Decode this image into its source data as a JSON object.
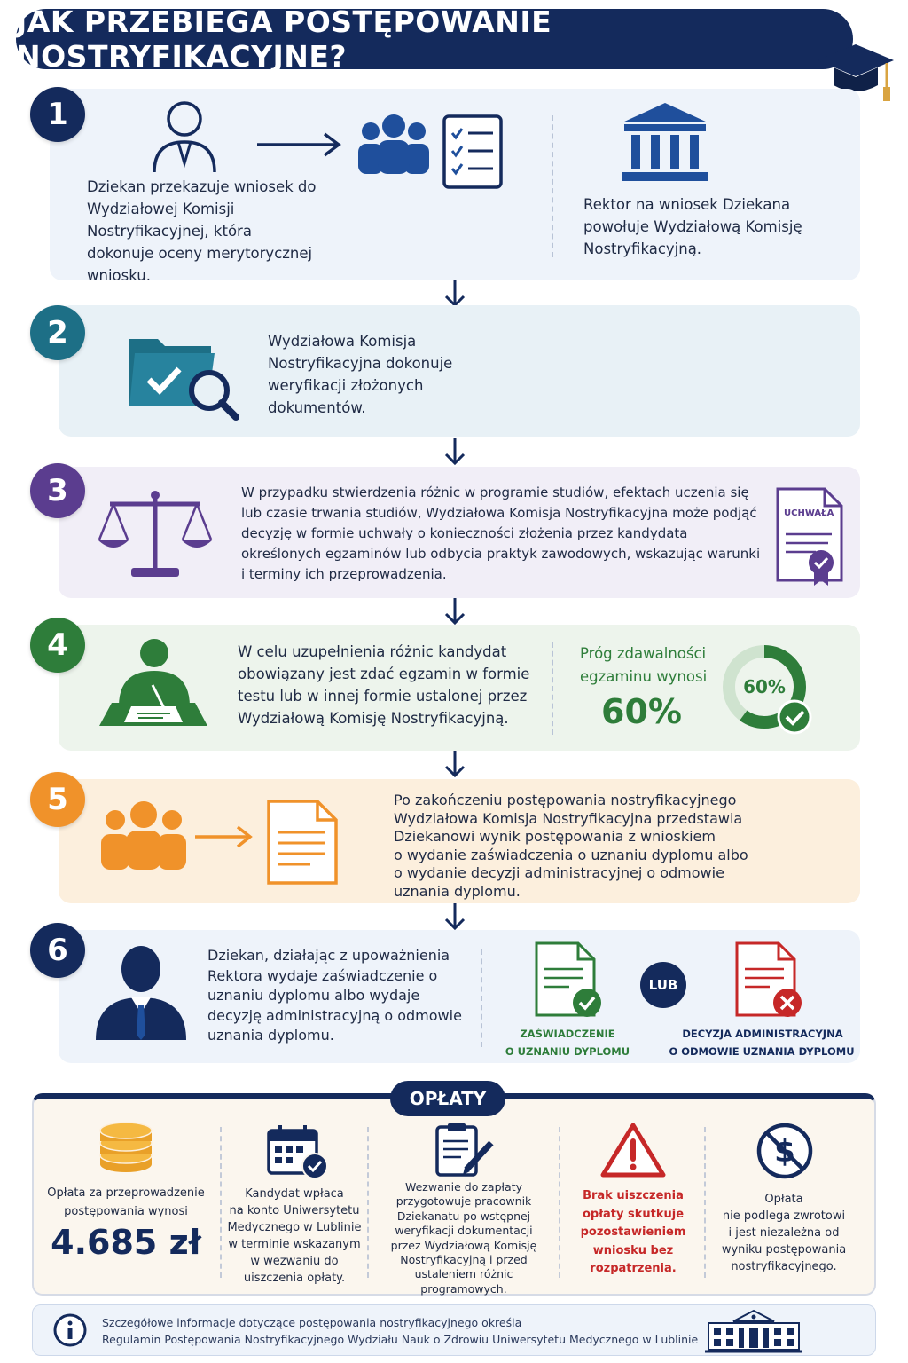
{
  "title": "JAK PRZEBIEGA POSTĘPOWANIE NOSTRYFIKACYJNE?",
  "colors": {
    "navy": "#142a5c",
    "blue": "#1f4f9c",
    "teal": "#1d6f86",
    "purple": "#5b3d8f",
    "green": "#2e7d3a",
    "orange": "#f0922a",
    "red": "#c62828"
  },
  "steps": [
    {
      "number": "1",
      "text_left": "Dziekan przekazuje wniosek do Wydziałowej Komisji Nostryfikacyjnej, która dokonuje oceny merytorycznej wniosku.",
      "text_right": "Rektor na wniosek Dziekana powołuje Wydziałową Komisję Nostryfikacyjną.",
      "icons": [
        "person-icon",
        "arrow-right-icon",
        "group-icon",
        "checklist-icon",
        "institution-icon"
      ]
    },
    {
      "number": "2",
      "text": "Wydziałowa Komisja Nostryfikacyjna dokonuje weryfikacji złożonych dokumentów.",
      "icons": [
        "folder-search-icon"
      ]
    },
    {
      "number": "3",
      "text": "W przypadku stwierdzenia różnic w programie studiów, efektach uczenia się lub czasie trwania studiów, Wydziałowa Komisja Nostryfikacyjna może podjąć decyzję w formie uchwały o konieczności złożenia przez kandydata określonych egzaminów lub odbycia praktyk zawodowych, wskazując warunki i terminy ich przeprowadzenia.",
      "doc_label": "UCHWAŁA",
      "icons": [
        "scales-icon",
        "resolution-document-icon"
      ]
    },
    {
      "number": "4",
      "text": "W celu uzupełnienia różnic kandydat obowiązany jest zdać egzamin w formie testu lub w innej formie ustalonej przez Wydziałową Komisję Nostryfikacyjną.",
      "threshold_label_1": "Próg zdawalności",
      "threshold_label_2": "egzaminu wynosi",
      "threshold_value": "60%",
      "gauge_label": "60%",
      "gauge_fraction": 0.6,
      "icons": [
        "exam-writing-icon",
        "progress-ring-icon",
        "check-icon"
      ]
    },
    {
      "number": "5",
      "text_lines": [
        "Po zakończeniu postępowania nostryfikacyjnego",
        "Wydziałowa Komisja Nostryfikacyjna przedstawia",
        "Dziekanowi wynik postępowania z wnioskiem",
        "o wydanie zaświadczenia o uznaniu dyplomu albo",
        "o wydanie decyzji administracyjnej o odmowie",
        "uznania dyplomu."
      ],
      "icons": [
        "group-icon",
        "arrow-right-icon",
        "document-icon"
      ]
    },
    {
      "number": "6",
      "text": "Dziekan, działając z upoważnienia Rektora wydaje zaświadczenie o uznaniu dyplomu albo wydaje decyzję administracyjną o odmowie uznania dyplomu.",
      "option_a_line1": "ZAŚWIADCZENIE",
      "option_a_line2": "O UZNANIU DYPLOMU",
      "or_label": "LUB",
      "option_b_line1": "DECYZJA ADMINISTRACYJNA",
      "option_b_line2": "O ODMOWIE UZNANIA DYPLOMU",
      "icons": [
        "person-suit-icon",
        "document-approved-icon",
        "document-rejected-icon"
      ]
    }
  ],
  "fees": {
    "heading": "OPŁATY",
    "items": [
      {
        "icon": "coins-icon",
        "text_lines": [
          "Opłata za przeprowadzenie",
          "postępowania wynosi"
        ],
        "amount": "4.685 zł"
      },
      {
        "icon": "calendar-check-icon",
        "text_lines": [
          "Kandydat wpłaca",
          "na konto Uniwersytetu",
          "Medycznego w Lublinie",
          "w terminie wskazanym",
          "w wezwaniu do",
          "uiszczenia opłaty."
        ]
      },
      {
        "icon": "clipboard-pen-icon",
        "text_lines": [
          "Wezwanie do zapłaty",
          "przygotowuje pracownik",
          "Dziekanatu po wstępnej",
          "weryfikacji dokumentacji",
          "przez Wydziałową Komisję",
          "Nostryfikacyjną i przed",
          "ustaleniem różnic",
          "programowych."
        ]
      },
      {
        "icon": "warning-icon",
        "text_lines": [
          "Brak uiszczenia",
          "opłaty skutkuje",
          "pozostawieniem",
          "wniosku bez",
          "rozpatrzenia."
        ]
      },
      {
        "icon": "no-refund-icon",
        "text_lines": [
          "Opłata",
          "nie podlega zwrotowi",
          "i jest niezależna od",
          "wyniku postępowania",
          "nostryfikacyjnego."
        ]
      }
    ]
  },
  "info": {
    "line1": "Szczegółowe informacje dotyczące postępowania nostryfikacyjnego określa",
    "line2": "Regulamin Postępowania Nostryfikacyjnego Wydziału Nauk o Zdrowiu Uniwersytetu Medycznego w Lublinie",
    "icons": [
      "info-icon",
      "university-building-icon"
    ]
  }
}
